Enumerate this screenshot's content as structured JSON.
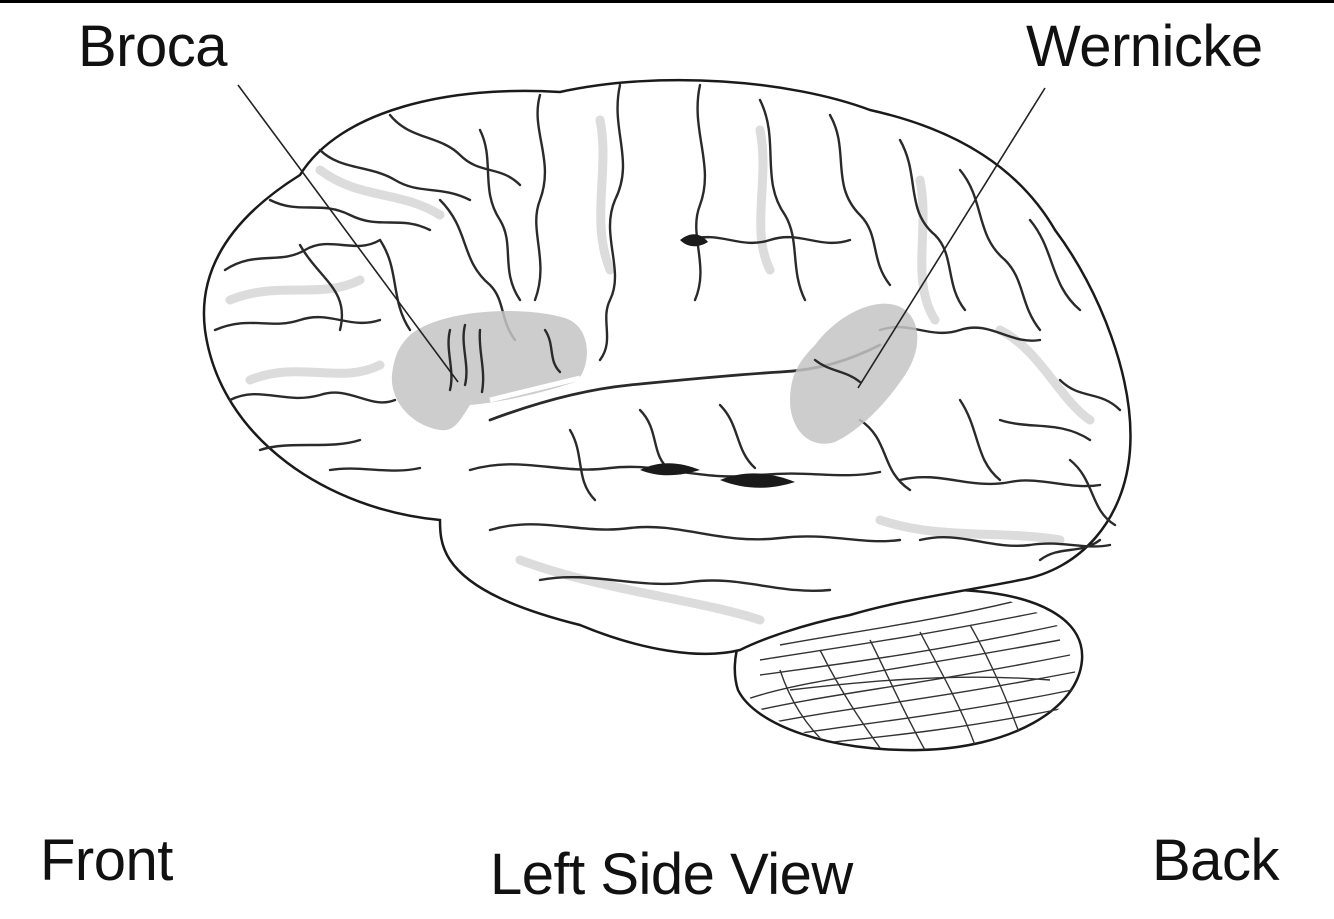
{
  "labels": {
    "broca": "Broca",
    "wernicke": "Wernicke",
    "front": "Front",
    "back": "Back",
    "view": "Left Side View"
  },
  "colors": {
    "outline": "#1a1a1a",
    "sulcus": "#2a2a2a",
    "highlight": "#c4c4c4",
    "background": "#ffffff"
  }
}
